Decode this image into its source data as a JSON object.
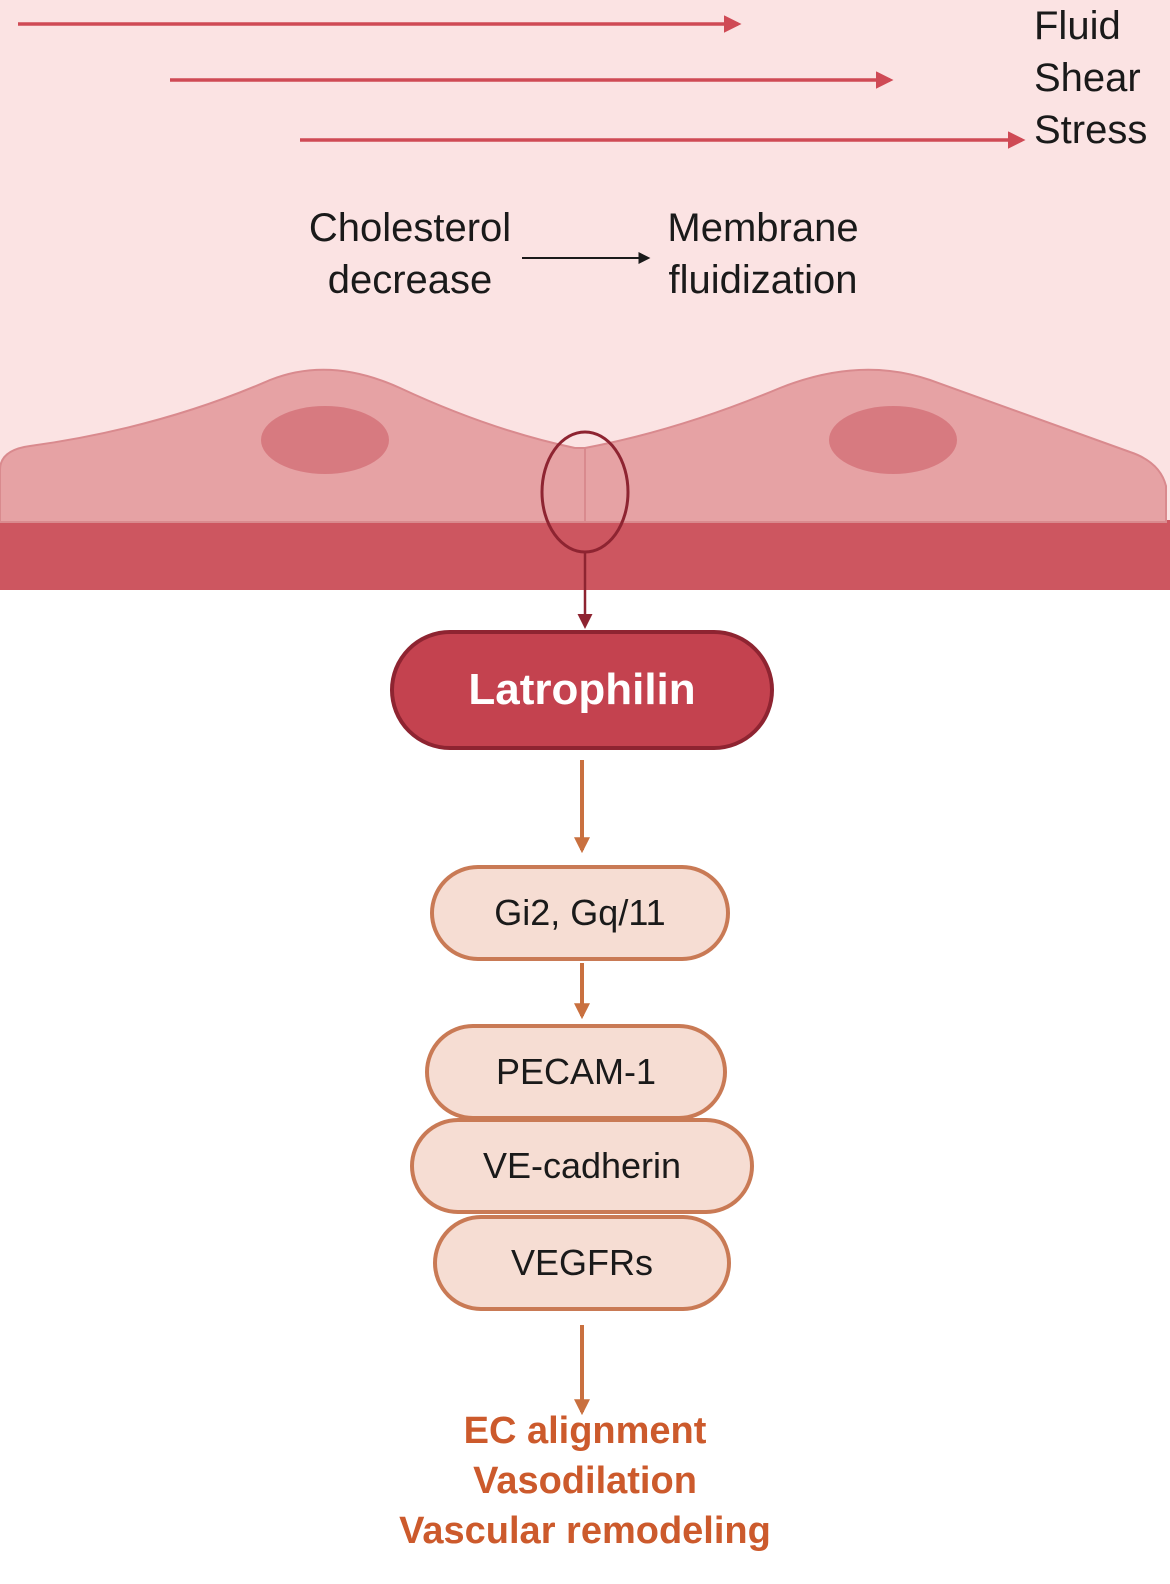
{
  "shear": {
    "lines": [
      "Fluid",
      "Shear",
      "Stress"
    ]
  },
  "cholesterol": {
    "lines": [
      "Cholesterol",
      "decrease"
    ]
  },
  "membrane": {
    "lines": [
      "Membrane",
      "fluidization"
    ]
  },
  "latrophilin": {
    "label": "Latrophilin"
  },
  "g_proteins": {
    "label": "Gi2, Gq/11"
  },
  "complex": {
    "items": [
      "PECAM-1",
      "VE-cadherin",
      "VEGFRs"
    ]
  },
  "outcomes": {
    "items": [
      "EC alignment",
      "Vasodilation",
      "Vascular remodeling"
    ]
  },
  "colors": {
    "flow_background": "#fbe3e3",
    "cell_fill": "#e6a2a4",
    "basement": "#cd5660",
    "arrow_red": "#cf4a55",
    "arrow_orange": "#c9703f",
    "main_pill": "#c4424f",
    "sub_pill": "#f6ddd3",
    "outcome_text": "#cc5a2c"
  }
}
